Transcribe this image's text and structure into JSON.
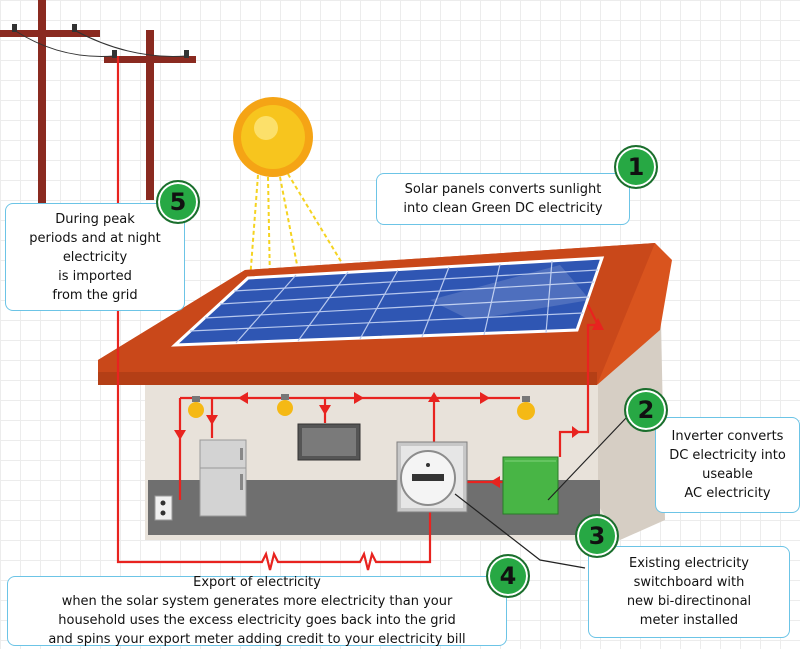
{
  "steps": [
    {
      "number": "1",
      "text": "Solar panels converts sunlight\ninto clean Green DC electricity"
    },
    {
      "number": "2",
      "text": "Inverter converts\nDC electricity into\nuseable\nAC electricity"
    },
    {
      "number": "3",
      "text": "Existing electricity\nswitchboard with\nnew bi-directinonal\nmeter installed"
    },
    {
      "number": "4",
      "text": "Export of electricity\nwhen the solar system generates more electricity than your\nhousehold uses the excess electricity goes back into the grid\nand spins your export meter adding credit to your electricity bill"
    },
    {
      "number": "5",
      "text": "During peak\nperiods and at night\nelectricity\nis imported\nfrom the grid"
    }
  ],
  "colors": {
    "wire": "#e8231f",
    "roof": "#d9541e",
    "panel": "#2f56b3",
    "badge": "#27a844",
    "callout_border": "#6cc4e6",
    "inverter": "#48b545",
    "sun": "#f5b915"
  },
  "icons": [
    "sun-icon",
    "utility-pole-icon",
    "light-bulb-icon",
    "refrigerator-icon",
    "power-outlet-icon",
    "television-icon",
    "electricity-meter-icon",
    "inverter-icon"
  ]
}
